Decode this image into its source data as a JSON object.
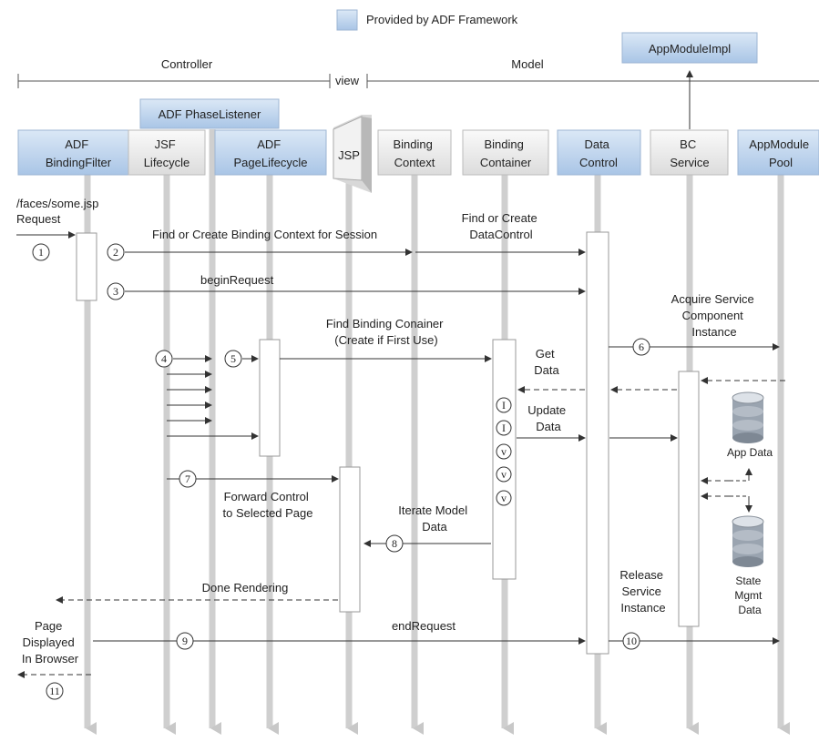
{
  "legend": {
    "label": "Provided by ADF Framework"
  },
  "headers": {
    "controller": "Controller",
    "view": "view",
    "model": "Model"
  },
  "extra_boxes": {
    "appmoduleimpl": "AppModuleImpl",
    "phase_listener": "ADF PhaseListener"
  },
  "lanes": [
    {
      "id": "adf-bindingfilter",
      "lines": [
        "ADF",
        "BindingFilter"
      ]
    },
    {
      "id": "jsf-lifecycle",
      "lines": [
        "JSF",
        "Lifecycle"
      ]
    },
    {
      "id": "adf-pagelifecycle",
      "lines": [
        "ADF",
        "PageLifecycle"
      ]
    },
    {
      "id": "jsp",
      "lines": [
        "JSP"
      ]
    },
    {
      "id": "binding-context",
      "lines": [
        "Binding",
        "Context"
      ]
    },
    {
      "id": "binding-container",
      "lines": [
        "Binding",
        "Container"
      ]
    },
    {
      "id": "data-control",
      "lines": [
        "Data",
        "Control"
      ]
    },
    {
      "id": "bc-service",
      "lines": [
        "BC",
        "Service"
      ]
    },
    {
      "id": "appmodule-pool",
      "lines": [
        "AppModule",
        "Pool"
      ]
    }
  ],
  "labels": {
    "request": [
      "/faces/some.jsp",
      "Request"
    ],
    "find_create_context": "Find or Create Binding Context for Session",
    "find_create_datacontrol": [
      "Find or Create",
      "DataControl"
    ],
    "begin_request": "beginRequest",
    "acquire_service": [
      "Acquire Service",
      "Component",
      "Instance"
    ],
    "find_binding_container": [
      "Find Binding Conainer",
      "(Create if First Use)"
    ],
    "get_data": [
      "Get",
      "Data"
    ],
    "update_data": [
      "Update",
      "Data"
    ],
    "app_data": "App Data",
    "forward_control": [
      "Forward Control",
      "to Selected Page"
    ],
    "iterate_model": [
      "Iterate Model",
      "Data"
    ],
    "state_mgmt": [
      "State",
      "Mgmt",
      "Data"
    ],
    "release_service": [
      "Release",
      "Service",
      "Instance"
    ],
    "done_rendering": "Done Rendering",
    "page_displayed": [
      "Page",
      "Displayed",
      "In Browser"
    ],
    "end_request": "endRequest"
  },
  "step_numbers": [
    "1",
    "2",
    "3",
    "4",
    "5",
    "6",
    "7",
    "8",
    "9",
    "10",
    "11"
  ],
  "iterator_marks": [
    "I",
    "I",
    "v",
    "v",
    "v"
  ],
  "colors": {
    "box_top": "#dbe8f6",
    "box_bottom": "#a9c5e6",
    "lifeline": "#cfcfcf",
    "activation_border": "#999999"
  }
}
